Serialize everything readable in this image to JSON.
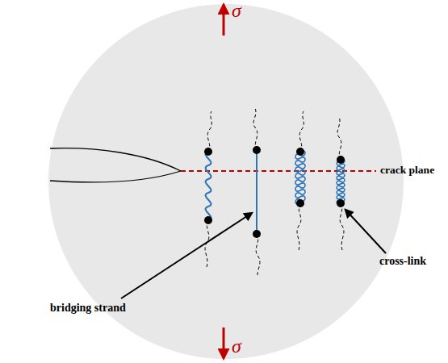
{
  "diagram": {
    "labels": [
      "σ",
      "σ",
      "crack plane",
      "bridging strand",
      "cross-link"
    ]
  }
}
